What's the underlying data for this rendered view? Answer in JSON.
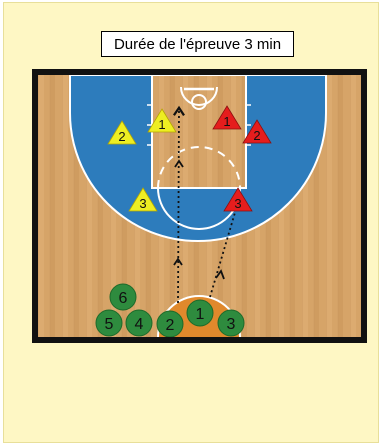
{
  "title": "Durée de l'épreuve 3 min",
  "colors": {
    "sheet": "#fef7c4",
    "frame": "#111111",
    "wood": "#d6a468",
    "paint": "#2d7cbc",
    "lines": "#ffffff",
    "yellow_team": "#eeee22",
    "red_team": "#e51d1d",
    "green_players": "#2e8b3e",
    "orange_spot": "#e0892c",
    "arrows": "#111111"
  },
  "yellow_defenders": [
    {
      "label": "2",
      "icon": "yellow-triangle"
    },
    {
      "label": "1",
      "icon": "yellow-triangle"
    },
    {
      "label": "3",
      "icon": "yellow-triangle"
    }
  ],
  "red_defenders": [
    {
      "label": "1",
      "icon": "red-triangle"
    },
    {
      "label": "2",
      "icon": "red-triangle"
    },
    {
      "label": "3",
      "icon": "red-triangle"
    }
  ],
  "waiting_players": [
    {
      "label": "6"
    },
    {
      "label": "5"
    },
    {
      "label": "4"
    },
    {
      "label": "2"
    },
    {
      "label": "1"
    },
    {
      "label": "3"
    }
  ]
}
